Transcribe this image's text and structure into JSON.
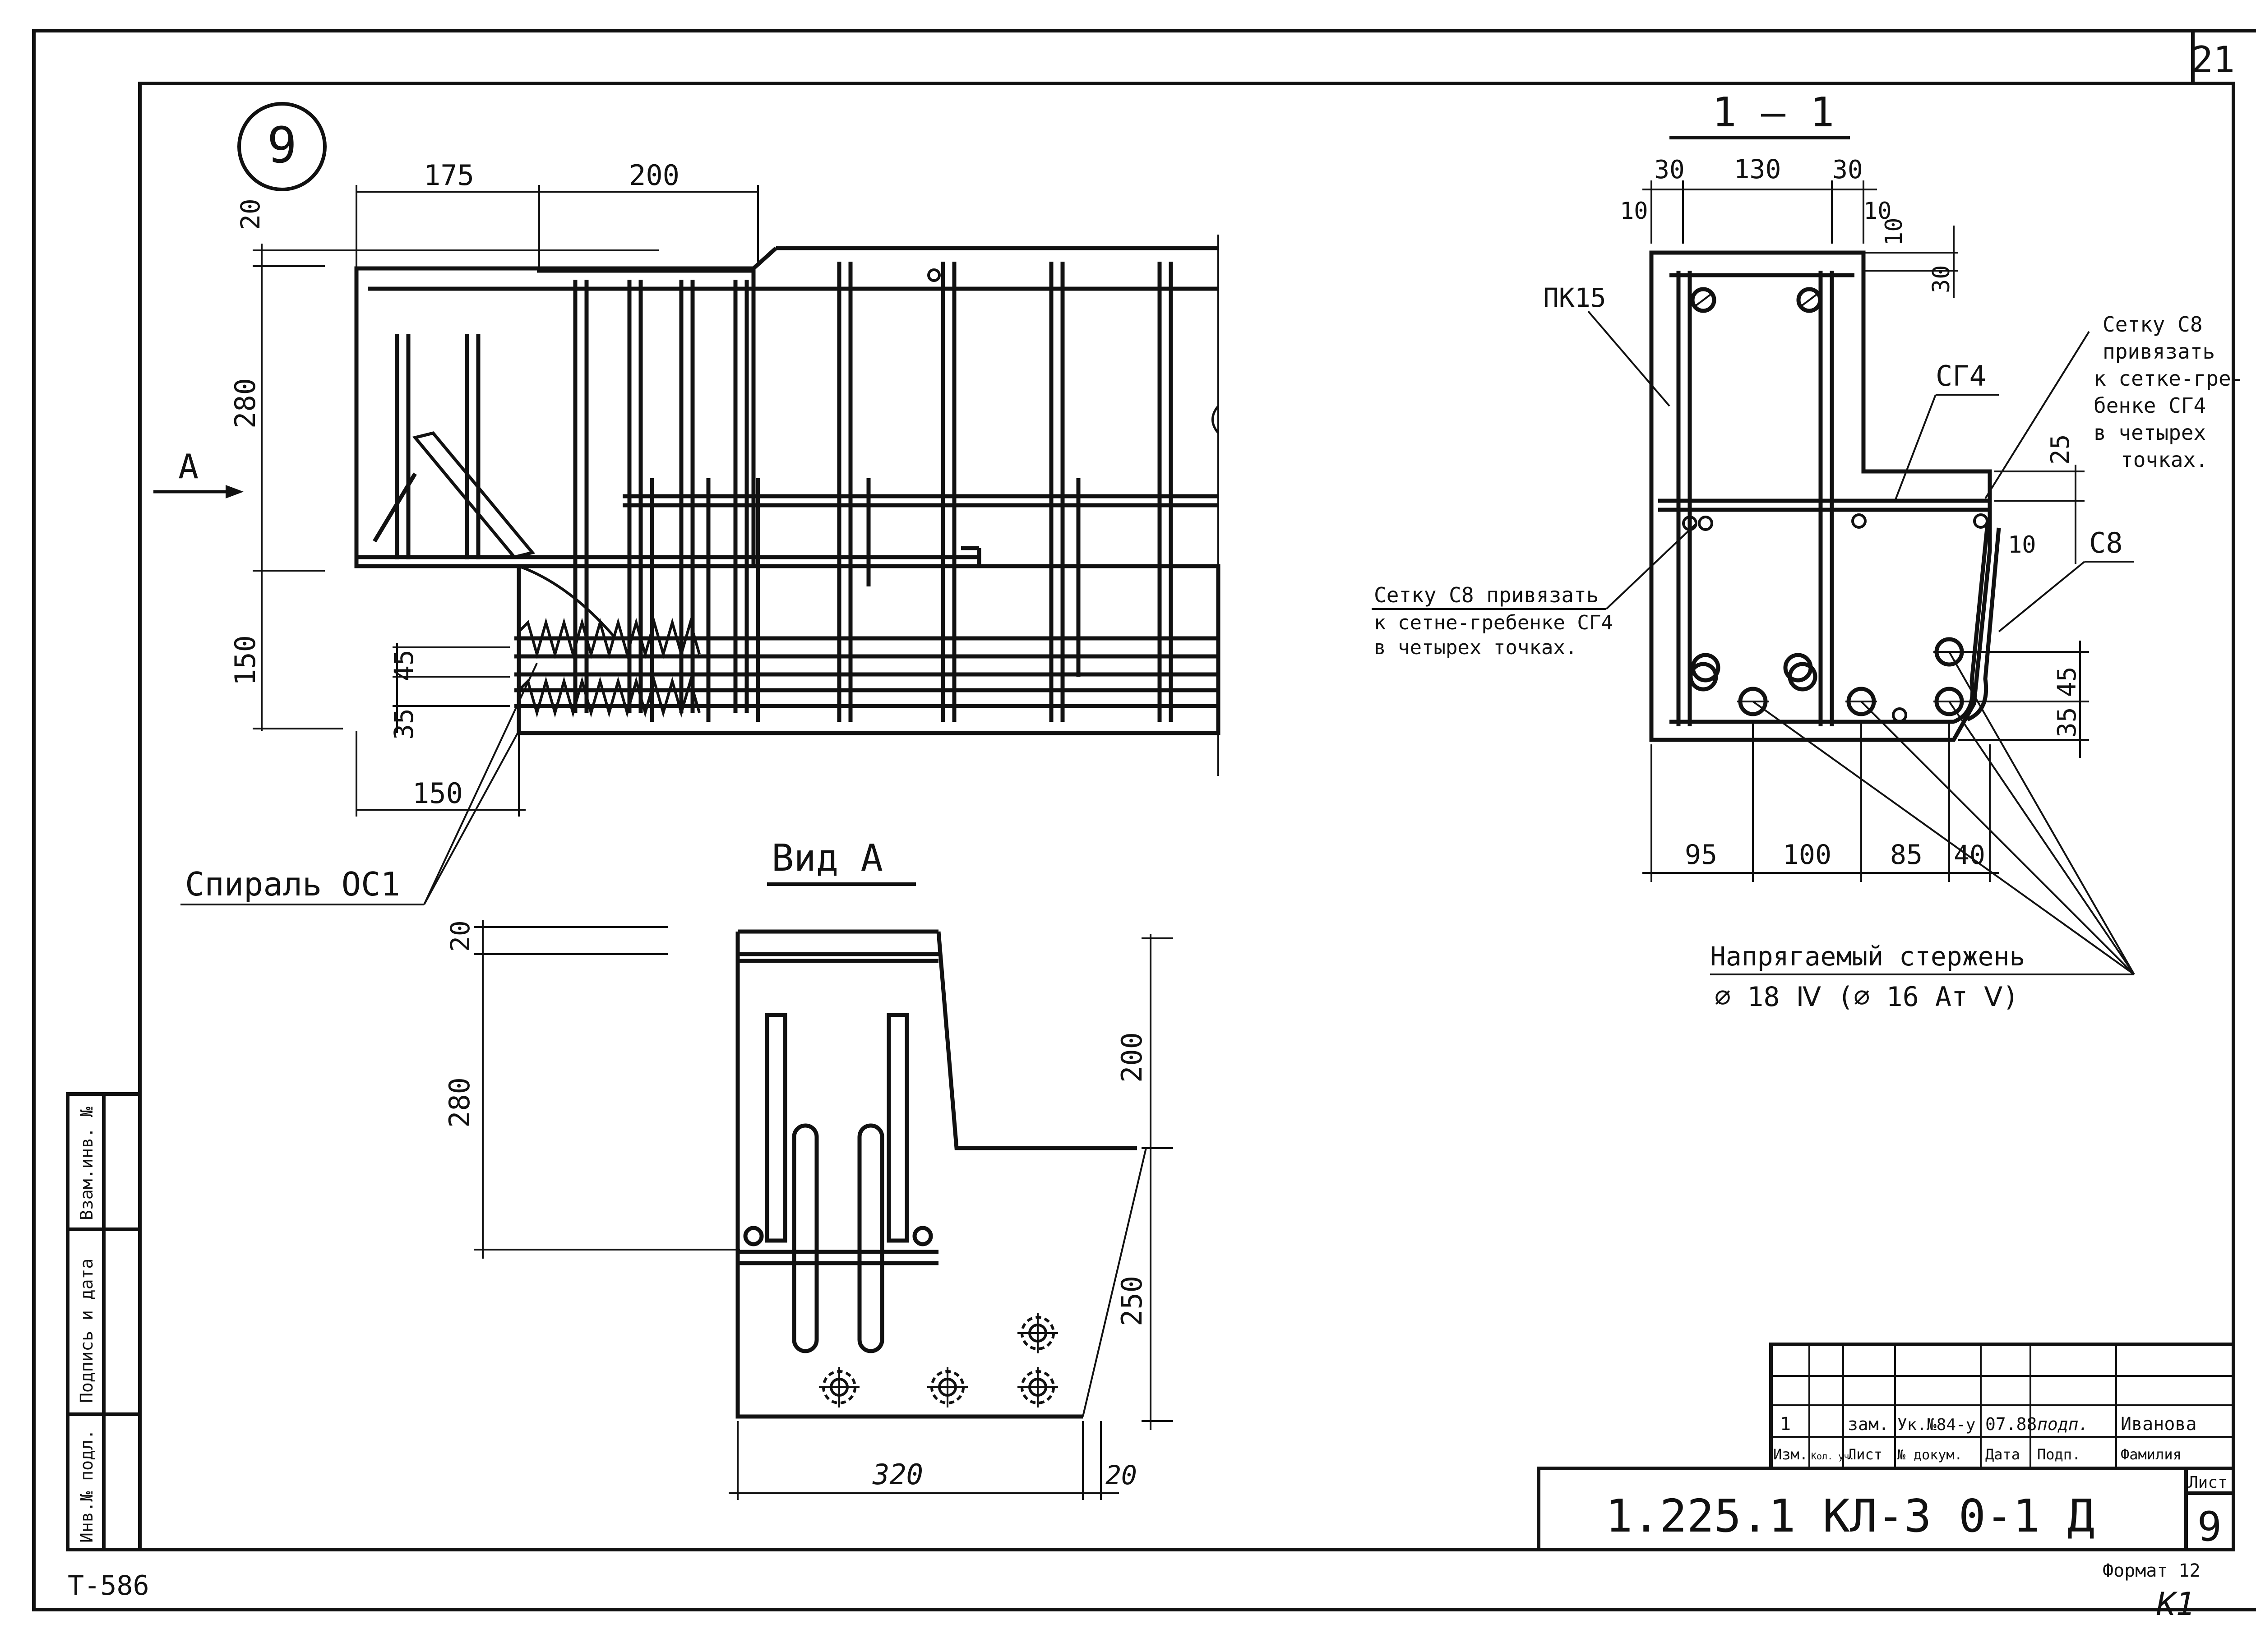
{
  "sheet": {
    "page_number": "21",
    "detail_marker": "9",
    "bottom_left_code": "Т-586",
    "format_label": "Формат 12",
    "handwritten_note": "К1"
  },
  "side_stamp": {
    "col1": "Инв.№ подл.",
    "col2": "Подпись и дата",
    "col3": "Взам.инв. №"
  },
  "left_view": {
    "view_arrow_label": "А",
    "dims": {
      "top_a": "175",
      "top_b": "200",
      "left_20": "20",
      "left_280": "280",
      "left_150": "150",
      "left_45": "45",
      "left_35": "35",
      "bottom_150": "150"
    },
    "spiral_label": "Спираль ОС1"
  },
  "view_a": {
    "title": "Вид А",
    "dims": {
      "left_20": "20",
      "left_280": "280",
      "right_200": "200",
      "right_250": "250",
      "bottom_320": "320",
      "bottom_20": "20"
    }
  },
  "section": {
    "title": "1 — 1",
    "dims": {
      "top_30a": "30",
      "top_130": "130",
      "top_30b": "30",
      "top_10a": "10",
      "top_10b": "10",
      "right_10": "10",
      "right_30": "30",
      "right_25": "25",
      "right_10b": "10",
      "right_45": "45",
      "right_35": "35",
      "bottom_95": "95",
      "bottom_100": "100",
      "bottom_85": "85",
      "bottom_40": "40"
    },
    "label_pk": "ПК15",
    "label_sg": "СГ4",
    "label_c8": "С8",
    "note_right": [
      "Сетку С8",
      "привязать",
      "к сетке-гре-",
      "бенке СГ4",
      "в четырех",
      "точках."
    ],
    "note_left": [
      "Сетку С8 привязать",
      "к сетне-гребенке СГ4",
      "в четырех точках."
    ],
    "bar_label": "Напрягаемый стержень",
    "bar_spec": "⌀ 18 Ⅳ (⌀ 16 Ат Ⅴ)"
  },
  "title_block": {
    "rev_row": {
      "num": "1",
      "sheet": "зам.",
      "doc": "Ук.№84-у",
      "date": "07.88",
      "sign": "подп.",
      "name": "Иванова"
    },
    "header": {
      "izm": "Изм.",
      "kol": "Кол. уч.",
      "list": "Лист",
      "doc": "№ докум.",
      "date": "Дата",
      "sign": "Подп.",
      "name": "Фамилия"
    },
    "designation": "1.225.1 КЛ-3 0-1 Д",
    "sheet_label": "Лист",
    "sheet_number": "9"
  }
}
